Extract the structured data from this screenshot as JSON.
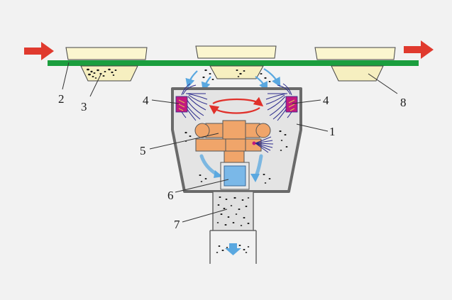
{
  "labels": {
    "l1": "1",
    "l2": "2",
    "l3": "3",
    "l4a": "4",
    "l4b": "4",
    "l5": "5",
    "l6": "6",
    "l7": "7",
    "l8": "8"
  },
  "colors": {
    "background": "#f2f2f2",
    "belt": "#1b9e3e",
    "direction_arrow": "#e03a2e",
    "part_face": "#fbf6cf",
    "part_bottom": "#f6efc0",
    "housing_wall": "#6a6a6a",
    "housing_fill": "#e4e4e4",
    "mechanism": "#f0a56a",
    "brush_head": "#c21a7e",
    "brush_bristles": "#2b2a8c",
    "rotation_arrow": "#e0302a",
    "filter": "#7ab8e8",
    "airflow": "#5aa8e0",
    "debris": "#1a1a1a"
  },
  "icons": {
    "inlet": "arrow-right-icon",
    "outlet": "arrow-right-icon",
    "rotation": "rotation-arrow-icon",
    "discharge": "arrow-down-icon"
  }
}
